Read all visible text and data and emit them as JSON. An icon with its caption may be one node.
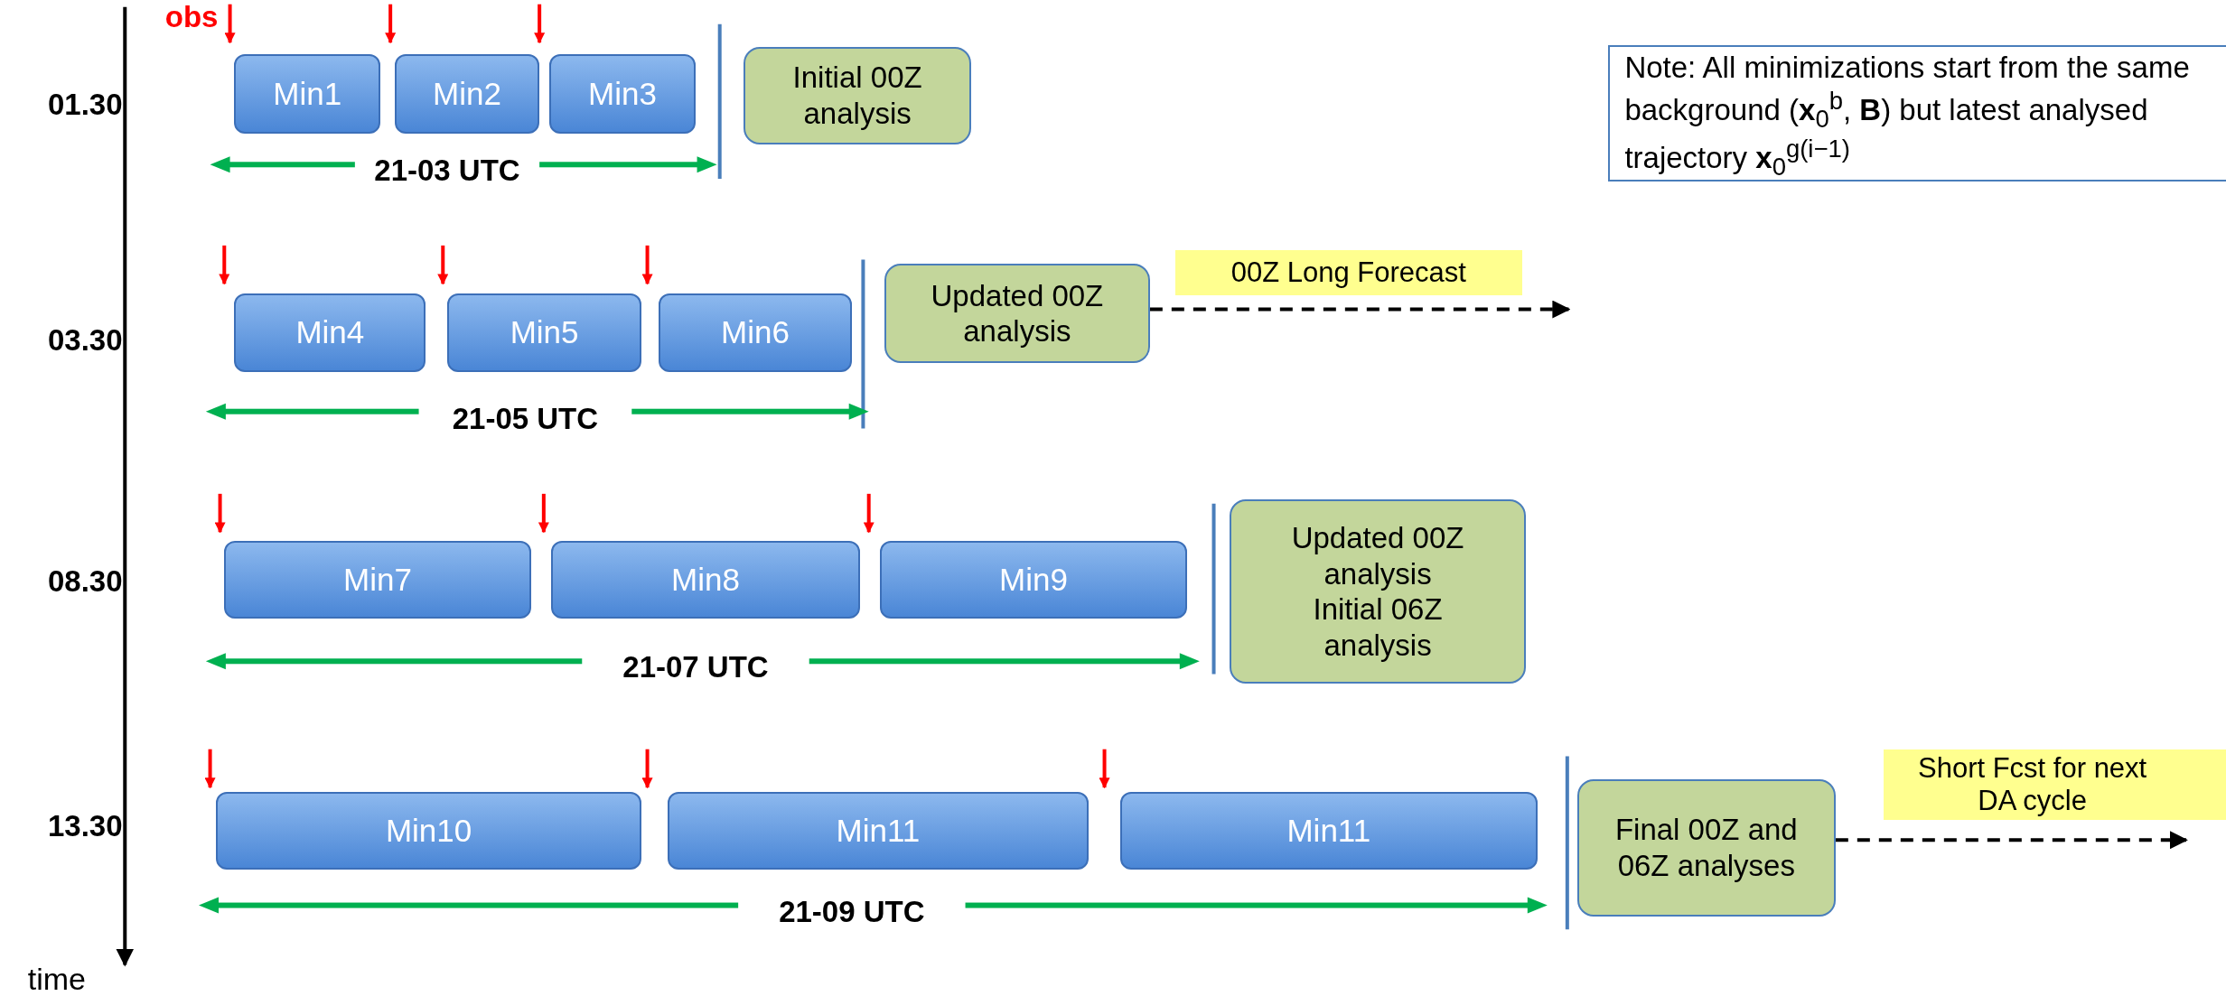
{
  "diagram": {
    "nodes": [
      {
        "text": [
          "Min1"
        ]
      },
      {
        "text": [
          "Min2"
        ]
      },
      {
        "text": [
          "Min3"
        ]
      },
      {
        "text": [
          "Initial 00Z analysis"
        ]
      },
      {
        "text": [
          "Note: All minimizations start from the same background (**x**$_{0}$$^{b}$, **B**) but latest analysed trajectory **x**$_{0}$$^{g(i−1)}$"
        ]
      },
      {
        "text": [
          "Min4"
        ]
      },
      {
        "text": [
          "Min5"
        ]
      },
      {
        "text": [
          "Min6"
        ]
      },
      {
        "text": [
          "Updated 00Z analysis"
        ]
      },
      {
        "text": [
          "Min7"
        ]
      },
      {
        "text": [
          "Min8"
        ]
      },
      {
        "text": [
          "Min9"
        ]
      },
      {
        "text": [
          "Updated 00Z analysis",
          "Initial 06Z analysis"
        ]
      },
      {
        "text": [
          "Min10"
        ]
      },
      {
        "text": [
          "Min11"
        ]
      },
      {
        "text": [
          "Min11"
        ]
      },
      {
        "text": [
          "Final 00Z and 06Z analyses"
        ]
      }
    ],
    "edges": [
      {
        "from": 8,
        "to": null,
        "arrow": "to",
        "style": "dashed",
        "label": "00Z Long Forecast"
      },
      {
        "from": 16,
        "to": null,
        "arrow": "to",
        "style": "dashed",
        "label": "Short Fcst for next DA cycle"
      }
    ],
    "labels": [
      "obs",
      "01.30",
      "21-03 UTC",
      "03.30",
      "21-05 UTC",
      "08.30",
      "21-07 UTC",
      "13.30",
      "21-09 UTC",
      "time"
    ]
  }
}
